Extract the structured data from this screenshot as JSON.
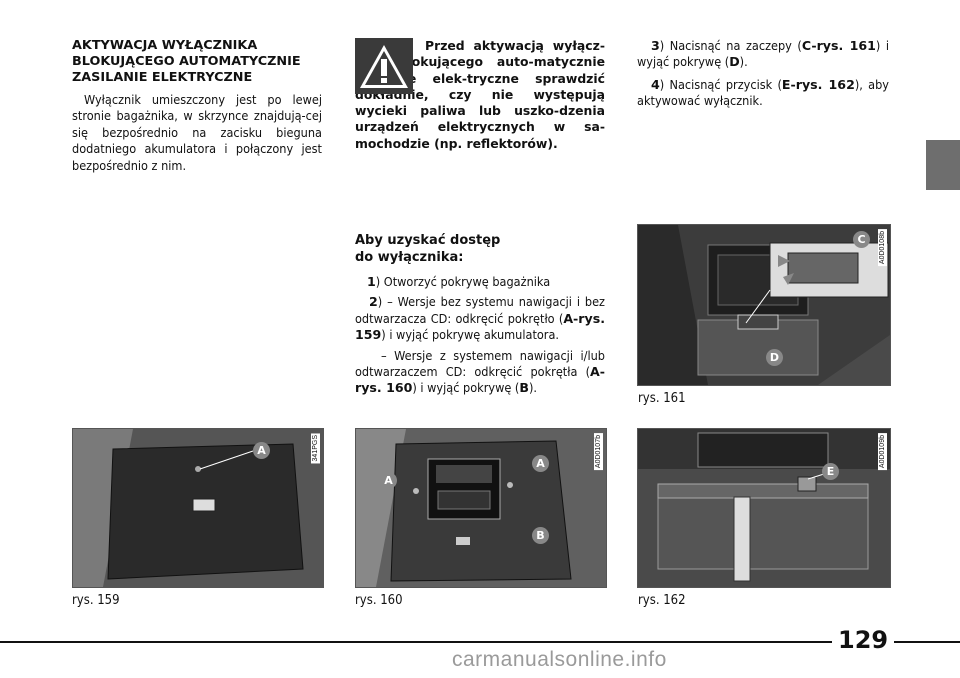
{
  "section": {
    "heading": "AKTYWACJA WYŁĄCZNIKA BLOKUJĄCEGO AUTOMATYCZNIE ZASILANIE ELEKTRYCZNE",
    "body": "Wyłącznik umieszczony jest po lewej stronie bagażnika, w skrzynce znajdują-cej się bezpośrednio na zacisku bieguna dodatniego akumulatora i połączony jest bezpośrednio z nim."
  },
  "warning": {
    "icon": "warning-triangle-icon",
    "text": "Przed aktywacją wyłącz-nika blokującego auto-matycznie zasilanie elek-tryczne sprawdzić dokładnie, czy nie występują wycieki paliwa lub uszko-dzenia urządzeń elektrycznych w sa-mochodzie (np. reflektorów)."
  },
  "access": {
    "heading_line1": "Aby uzyskać dostęp",
    "heading_line2": "do wyłącznika:",
    "steps": [
      {
        "num": "1",
        "text": ") Otworzyć pokrywę bagażnika"
      },
      {
        "num": "2",
        "pre": ") – Wersje bez systemu nawigacji i bez odtwarzacza CD: odkręcić pokrętło (",
        "ref": "A-rys. 159",
        "post": ") i wyjąć pokrywę akumulatora."
      },
      {
        "pre": "– Wersje z systemem nawigacji i/lub odtwarzaczem CD: odkręcić pokrętła (",
        "ref": "A-rys. 160",
        "mid": ") i wyjąć pokrywę (",
        "ref2": "B",
        "post": ")."
      }
    ]
  },
  "steps_right": [
    {
      "num": "3",
      "pre": ") Nacisnąć na zaczepy (",
      "ref": "C-rys. 161",
      "mid": ") i wyjąć pokrywę (",
      "ref2": "D",
      "post": ")."
    },
    {
      "num": "4",
      "pre": ") Nacisnąć przycisk (",
      "ref": "E-rys. 162",
      "post": "), aby aktywować wyłącznik."
    }
  ],
  "figures": [
    {
      "caption": "rys. 159",
      "code": "341PGS",
      "callouts": [
        "A"
      ]
    },
    {
      "caption": "rys. 160",
      "code": "A0D0107b",
      "callouts": [
        "A",
        "A",
        "B"
      ]
    },
    {
      "caption": "rys. 161",
      "code": "A0D0108b",
      "callouts": [
        "C",
        "D"
      ]
    },
    {
      "caption": "rys. 162",
      "code": "A0D0109b",
      "callouts": [
        "E"
      ]
    }
  ],
  "page_number": "129",
  "watermark": "carmanualsonline.info",
  "colors": {
    "tab": "#6e6e6e",
    "callout": "#888888",
    "icon_bg": "#3a3a3a"
  }
}
